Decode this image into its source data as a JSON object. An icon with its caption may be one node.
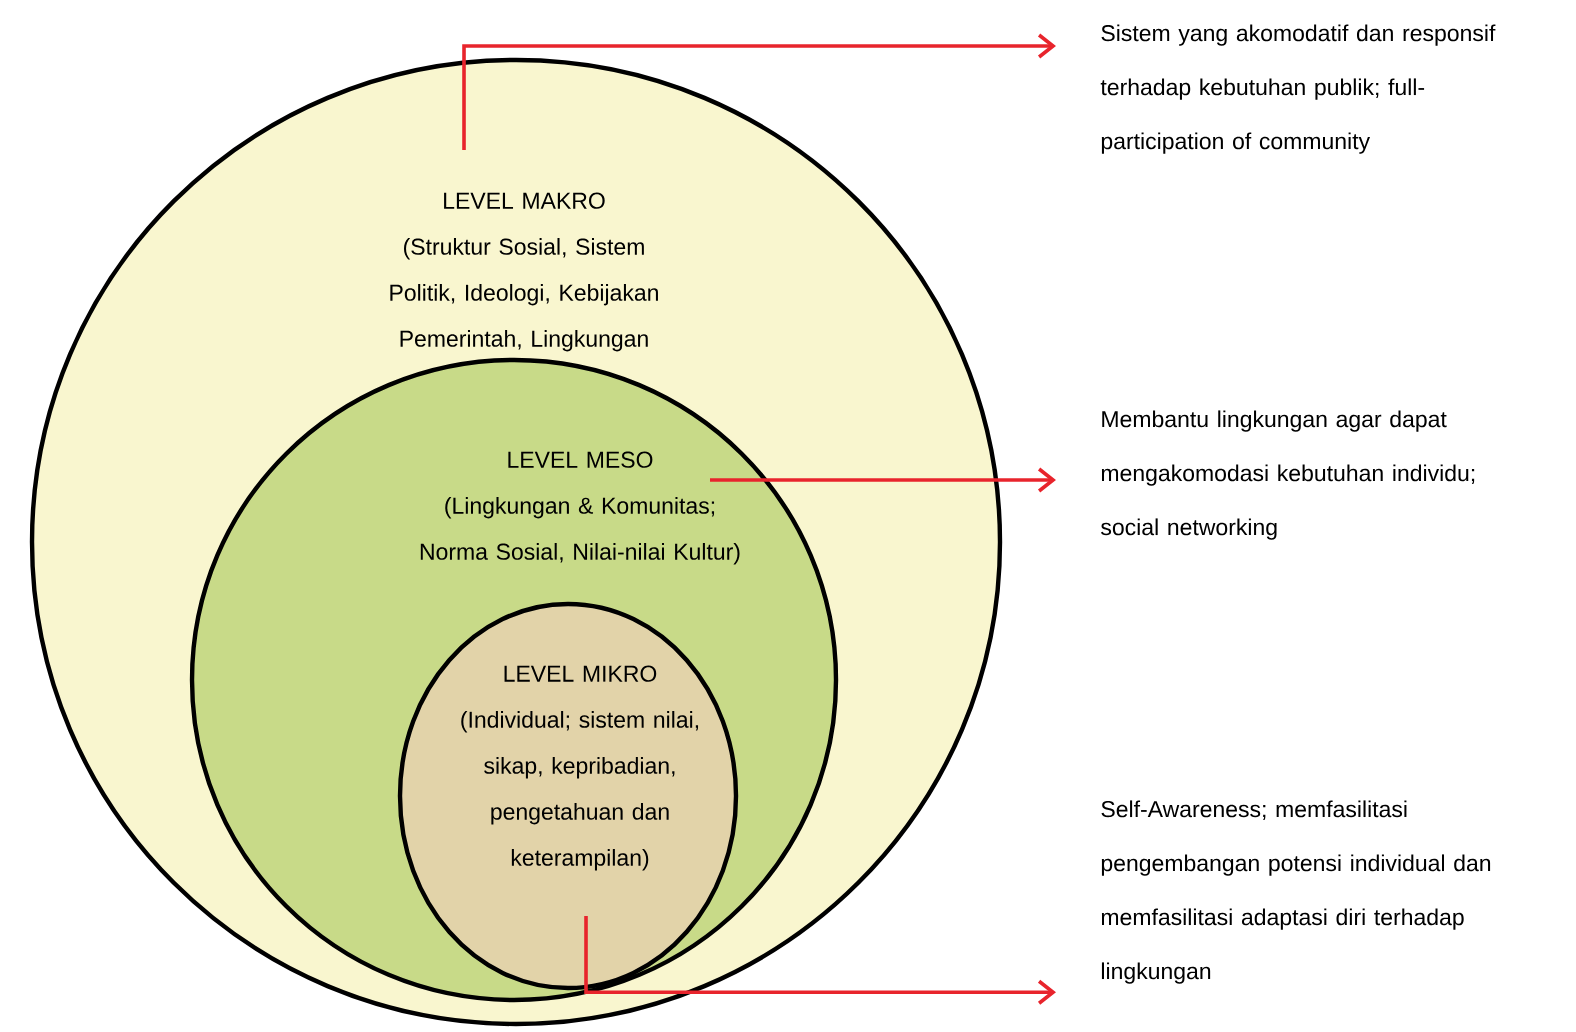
{
  "diagram": {
    "nodes": [
      {
        "text": [
          "LEVEL MAKRO",
          "(Struktur Sosial, Sistem Politik, Ideologi, Kebijakan Pemerintah, Lingkungan"
        ]
      },
      {
        "text": [
          "LEVEL MESO",
          "(Lingkungan & Komunitas; Norma Sosial, Nilai-nilai Kultur)"
        ],
        "in": 0
      },
      {
        "text": [
          "LEVEL MIKRO",
          "(Individual; sistem nilai, sikap, kepribadian, pengetahuan dan keterampilan)"
        ],
        "in": 1
      },
      {
        "text": [
          "Sistem yang akomodatif dan responsif terhadap kebutuhan publik; full-participation of community"
        ]
      },
      {
        "text": [
          "Membantu lingkungan agar dapat mengakomodasi kebutuhan individu; social networking"
        ]
      },
      {
        "text": [
          "Self-Awareness; memfasilitasi pengembangan potensi individual dan memfasilitasi adaptasi diri terhadap lingkungan"
        ]
      }
    ],
    "edges": [
      {
        "from": 0,
        "to": 3,
        "arrow": "to"
      },
      {
        "from": 1,
        "to": 4,
        "arrow": "to"
      },
      {
        "from": 2,
        "to": 5,
        "arrow": "to"
      }
    ]
  }
}
